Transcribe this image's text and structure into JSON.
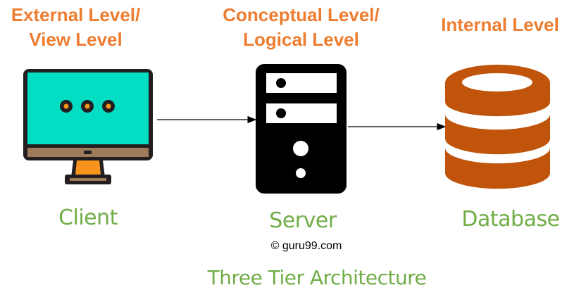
{
  "tiers": [
    {
      "title_line1": "External Level/",
      "title_line2": "View Level",
      "label": "Client",
      "icon": "monitor-icon"
    },
    {
      "title_line1": "Conceptual Level/",
      "title_line2": "Logical Level",
      "label": "Server",
      "icon": "server-icon"
    },
    {
      "title_line1": "Internal Level",
      "label": "Database",
      "icon": "database-icon"
    }
  ],
  "copyright": "© guru99.com",
  "caption": "Three Tier Architecture",
  "colors": {
    "title": "#ED7D31",
    "label": "#70AD47",
    "screen": "#03DDC4",
    "database": "#C0540A",
    "server": "#000000"
  }
}
